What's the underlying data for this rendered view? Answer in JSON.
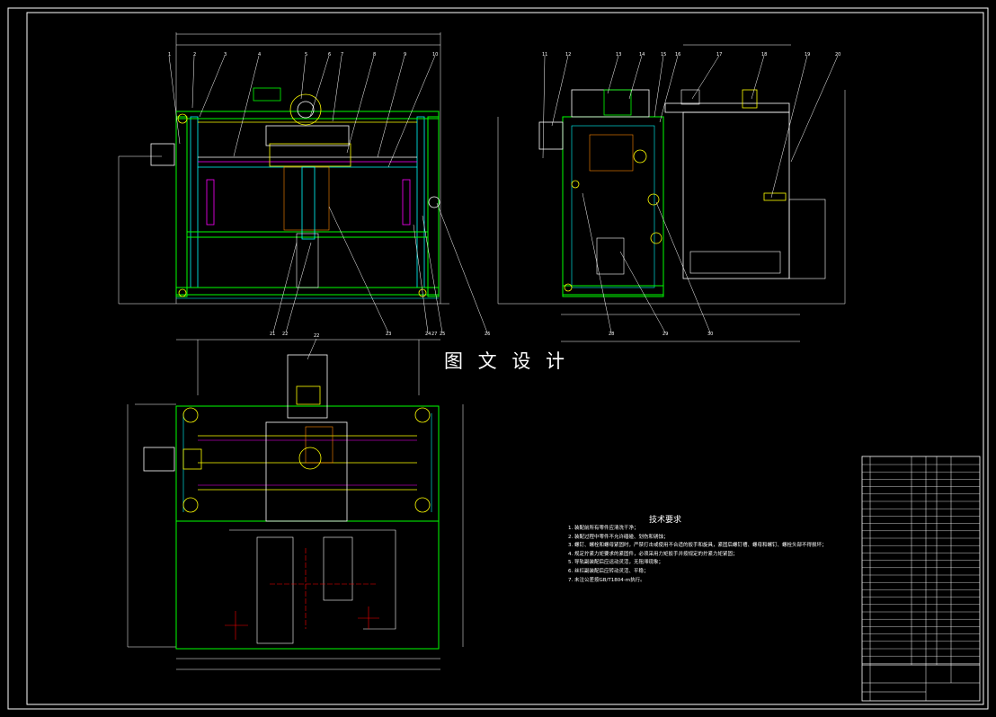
{
  "watermark": "图 文 设 计",
  "technical_requirements": {
    "title": "技术要求",
    "items": [
      "1. 装配前所有零件应清洗干净；",
      "2. 装配过程中零件不允许磕碰、划伤和锈蚀；",
      "3. 螺钉、螺栓和螺母紧固时，严禁打击或使用不合适的扳手和旋具，紧固后螺钉槽、螺母和螺钉、螺栓头部不得损坏；",
      "4. 规定拧紧力矩要求的紧固件，必须采用力矩扳手并按规定的拧紧力矩紧固；",
      "5. 导轨副装配后应运动灵活，无阻滞现象；",
      "6. 丝杠副装配后应转动灵活、平稳；",
      "7. 未注公差按GB/T1804-m执行。"
    ]
  },
  "front_view": {
    "balloons": [
      "1",
      "2",
      "3",
      "4",
      "5",
      "6",
      "7",
      "8",
      "9",
      "10",
      "21",
      "22",
      "23",
      "24",
      "25",
      "26",
      "27"
    ]
  },
  "side_view": {
    "balloons": [
      "11",
      "12",
      "13",
      "14",
      "15",
      "16",
      "17",
      "18",
      "19",
      "20",
      "28",
      "29",
      "30"
    ]
  },
  "top_view": {
    "balloons": [
      "22"
    ]
  }
}
